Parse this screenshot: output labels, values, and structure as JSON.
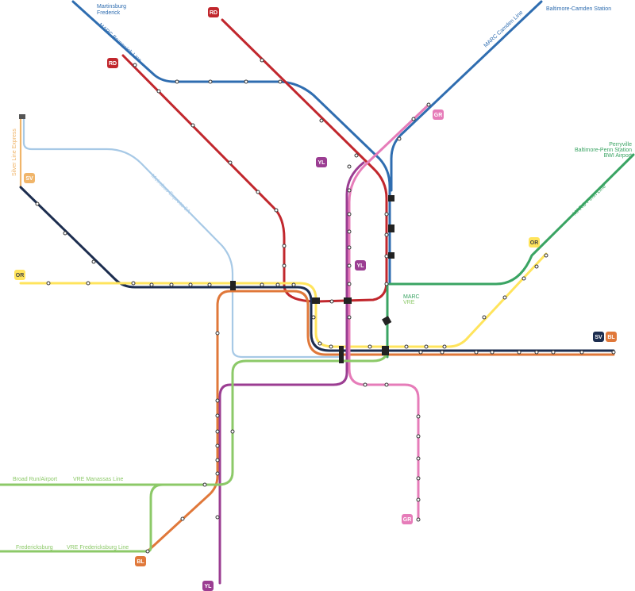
{
  "colors": {
    "red": "#c1272d",
    "blue": "#2f6db0",
    "lightblue": "#a7c9e6",
    "orange": "#e0783a",
    "silver_navy": "#1c2d4f",
    "yellow": "#ffe45c",
    "green_pale": "#f4b8d8",
    "pink": "#e67cb9",
    "purple": "#9b3d92",
    "marc_green": "#3aa463",
    "vre_green": "#8cc968",
    "tan": "#f0b56a"
  },
  "badges": {
    "rd_top": "RD",
    "rd_left": "RD",
    "gr_top": "GR",
    "gr_bottom": "GR",
    "yl_top": "YL",
    "yl_mid": "YL",
    "yl_bottom": "YL",
    "sv_left": "SV",
    "sv_right": "SV",
    "or_left": "OR",
    "or_right": "OR",
    "bl_right": "BL",
    "bl_bottom": "BL"
  },
  "labels": {
    "martinsburg": "Martinsburg",
    "frederick": "Frederick",
    "brunswick_line": "MARC Brunswick Line",
    "camden_line": "MARC Camden Line",
    "camden_station": "Baltimore-Camden Station",
    "perryville": "Perryville",
    "penn_station": "Baltimore-Penn Station",
    "bwi_airport": "BWI Airport",
    "penn_line": "MARC Penn Line",
    "marc": "MARC",
    "vre": "VRE",
    "silver_line_express": "Silver Line Express",
    "metrobus": "Metrobus Express 5A",
    "broad_run": "Broad Run/Airport",
    "vre_manassas": "VRE Manassas Line",
    "fredericksburg": "Fredericksburg",
    "vre_fredericksburg": "VRE Fredericksburg Line"
  }
}
